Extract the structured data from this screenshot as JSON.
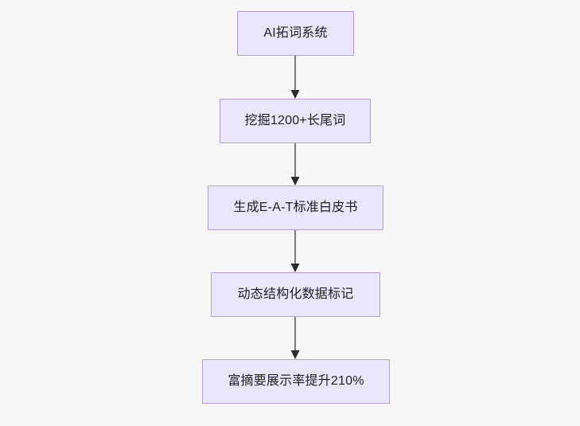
{
  "diagram": {
    "type": "flowchart",
    "direction": "top-to-bottom",
    "background_color": "#f7f7f7",
    "node_fill_color": "#e9e6fb",
    "node_border_color": "#b39ddb",
    "node_text_color": "#1f2020",
    "edge_color": "#7a7a7a",
    "arrowhead_color": "#2b2b2b",
    "nodes": [
      {
        "id": "n1",
        "label": "AI拓词系统"
      },
      {
        "id": "n2",
        "label": "挖掘1200+长尾词"
      },
      {
        "id": "n3",
        "label": "生成E-A-T标准白皮书"
      },
      {
        "id": "n4",
        "label": "动态结构化数据标记"
      },
      {
        "id": "n5",
        "label": "富摘要展示率提升210%"
      }
    ],
    "edges": [
      {
        "id": "e1",
        "from": "n1",
        "to": "n2",
        "label": ""
      },
      {
        "id": "e2",
        "from": "n2",
        "to": "n3",
        "label": ""
      },
      {
        "id": "e3",
        "from": "n3",
        "to": "n4",
        "label": ""
      },
      {
        "id": "e4",
        "from": "n4",
        "to": "n5",
        "label": ""
      }
    ]
  }
}
